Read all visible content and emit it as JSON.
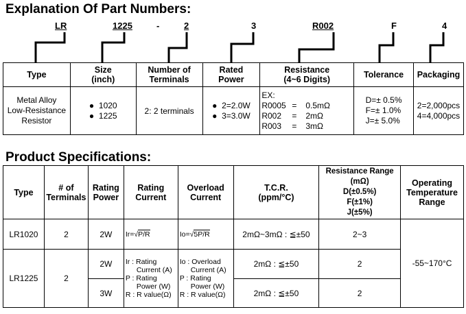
{
  "part_numbers": {
    "title": "Explanation Of Part Numbers:",
    "codes": {
      "type": "LR",
      "size": "1225",
      "dash": "-",
      "terminals": "2",
      "power": "3",
      "resistance": "R002",
      "tolerance": "F",
      "packaging": "4"
    },
    "headers": {
      "type": "Type",
      "size": [
        "Size",
        "(inch)"
      ],
      "terminals": [
        "Number of",
        "Terminals"
      ],
      "power": [
        "Rated",
        "Power"
      ],
      "resistance": [
        "Resistance",
        "(4~6 Digits)"
      ],
      "tolerance": "Tolerance",
      "packaging": "Packaging"
    },
    "row": {
      "type": [
        "Metal Alloy",
        "Low-Resistance",
        "Resistor"
      ],
      "size": [
        "1020",
        "1225"
      ],
      "terminals": "2: 2 terminals",
      "power": [
        "2=2.0W",
        "3=3.0W"
      ],
      "resistance_ex": "EX:",
      "resistance": [
        {
          "code": "R0005",
          "eq": "=",
          "val": "0.5mΩ"
        },
        {
          "code": "R002",
          "eq": "=",
          "val": "2mΩ"
        },
        {
          "code": "R003",
          "eq": "=",
          "val": "3mΩ"
        }
      ],
      "tolerance": [
        "D=± 0.5%",
        "F=± 1.0%",
        "J=± 5.0%"
      ],
      "packaging": [
        "2=2,000pcs",
        "4=4,000pcs"
      ]
    }
  },
  "specs": {
    "title": "Product Specifications:",
    "headers": {
      "type": "Type",
      "terminals": [
        "# of",
        "Terminals"
      ],
      "power": [
        "Rating",
        "Power"
      ],
      "current": [
        "Rating",
        "Current"
      ],
      "overload": [
        "Overload",
        "Current"
      ],
      "tcr": [
        "T.C.R.",
        "(ppm/°C)"
      ],
      "range": [
        "Resistance Range",
        "(mΩ)",
        "D(±0.5%)",
        "F(±1%)",
        "J(±5%)"
      ],
      "temp": [
        "Operating",
        "Temperature",
        "Range"
      ]
    },
    "formula": {
      "ir_prefix": "Ir=",
      "io_prefix": "Io=",
      "ir_root": "P/R",
      "io_root": "5P/R"
    },
    "notes": {
      "ir": [
        "Ir : Rating",
        "Current (A)",
        "P : Rating",
        "Power (W)",
        "R : R value(Ω)"
      ],
      "io": [
        "Io : Overload",
        "Current (A)",
        "P : Rating",
        "Power (W)",
        "R : R value(Ω)"
      ]
    },
    "rows": [
      {
        "type": "LR1020",
        "terminals": "2",
        "power": "2W",
        "tcr": "2mΩ~3mΩ : ≦±50",
        "range": "2~3"
      },
      {
        "type": "LR1225",
        "terminals": "2",
        "power": "2W",
        "tcr": "2mΩ : ≦±50",
        "range": "2"
      },
      {
        "power": "3W",
        "tcr": "2mΩ : ≦±50",
        "range": "2"
      }
    ],
    "temp_value": "-55~170°C"
  }
}
